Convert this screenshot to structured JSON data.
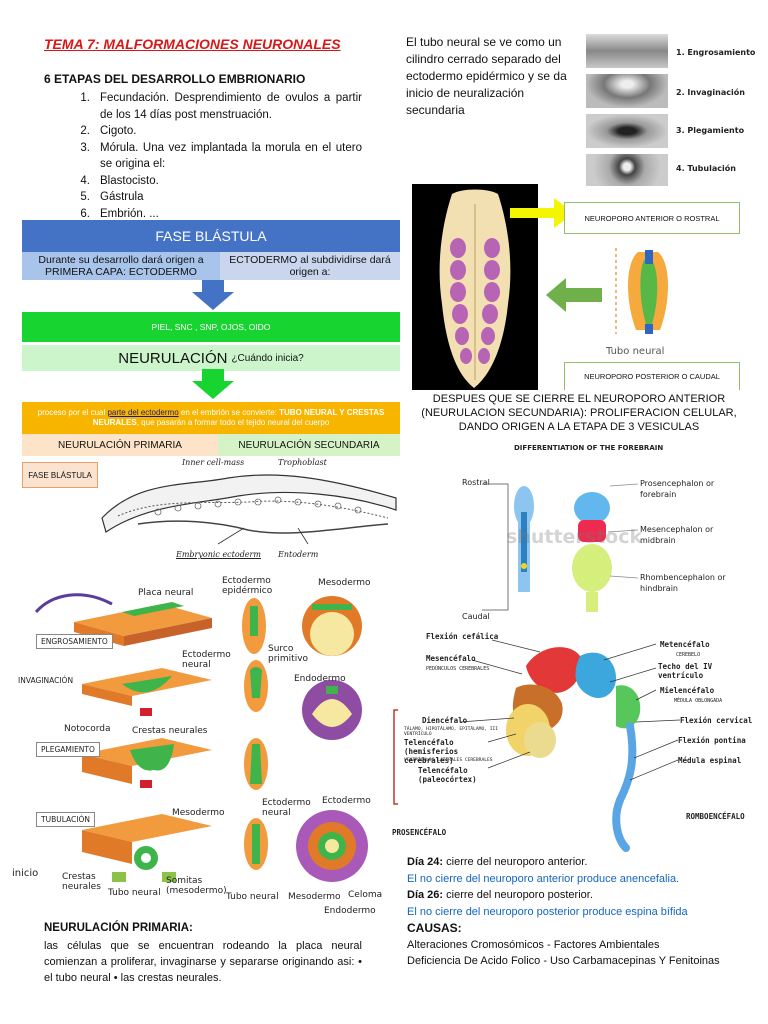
{
  "title": "TEMA 7: MALFORMACIONES NEURONALES",
  "stages": {
    "heading": "6 ETAPAS DEL DESARROLLO EMBRIONARIO",
    "items": [
      {
        "num": "1.",
        "text": "Fecundación. Desprendimiento de ovulos a partir de los 14 días post menstruación."
      },
      {
        "num": "2.",
        "text": "Cigoto."
      },
      {
        "num": "3.",
        "text": "Mórula. Una vez implantada la morula en el utero se origina el:"
      },
      {
        "num": "4.",
        "text": "Blastocisto."
      },
      {
        "num": "5.",
        "text": "Gástrula"
      },
      {
        "num": "6.",
        "text": "Embrión. ..."
      }
    ]
  },
  "intro": "El tubo neural se ve como un cilindro cerrado separado del ectodermo epidérmico y se da inicio de neuralización secundaria",
  "steps_labels": [
    "1. Engrosamiento",
    "2. Invaginación",
    "3. Plegamiento",
    "4. Tubulación"
  ],
  "flow": {
    "blastula_title": "FASE BLÁSTULA",
    "blastula_left": "Durante su desarrollo dará origen a PRIMERA CAPA: ECTODERMO",
    "blastula_right": "ECTODERMO al subdividirse dará origen a:",
    "green_bar": "PIEL, SNC , SNP, OJOS, OIDO",
    "neurulacion_title": "NEURULACIÓN",
    "neurulacion_sub": "¿Cuándo inicia?",
    "process_pre": "proceso por el cual ",
    "process_link": "parte del ectodermo",
    "process_mid": " en el embrión se convierte: ",
    "process_bold": "TUBO NEURAL Y CRESTAS NEURALES",
    "process_post": ", que pasarán a formar todo el tejido neural del cuerpo",
    "primaria": "NEURULACIÓN PRIMARIA",
    "secundaria": "NEURULACIÓN SECUNDARIA"
  },
  "blastula_fig": {
    "tag": "FASE BLÁSTULA",
    "inner_cell_mass": "Inner cell-mass",
    "trophoblast": "Trophoblast",
    "embryonic_ectoderm": "Embryonic ectoderm",
    "entoderm": "Entoderm"
  },
  "tube_fig": {
    "anterior": "NEUROPORO ANTERIOR O ROSTRAL",
    "posterior": "NEUROPORO POSTERIOR O CAUDAL",
    "tubo_neural": "Tubo neural"
  },
  "vesicles_heading": "DESPUES QUE SE CIERRE EL NEUROPORO ANTERIOR (NEURULACION SECUNDARIA): PROLIFERACION CELULAR, DANDO ORIGEN A LA ETAPA DE 3 VESICULAS",
  "forebrain_fig": {
    "title": "DIFFERENTIATION OF THE FOREBRAIN",
    "rostral": "Rostral",
    "caudal": "Caudal",
    "prosencephalon": "Prosencephalon or forebrain",
    "mesencephalon": "Mesencephalon or midbrain",
    "rhombencephalon": "Rhombencephalon or hindbrain",
    "watermark": "shutterstock"
  },
  "neurulation_fig": {
    "placa_neural": "Placa neural",
    "ectodermo_epidermico": "Ectodermo epidérmico",
    "mesodermo_top": "Mesodermo",
    "engrosamiento": "ENGROSAMIENTO",
    "ectodermo_neural": "Ectodermo neural",
    "surco_primitivo": "Surco primitivo",
    "endodermo_top": "Endodermo",
    "invaginacion": "INVAGINACIÓN",
    "notocorda": "Notocorda",
    "crestas_neurales_mid": "Crestas neurales",
    "plegamiento": "PLEGAMIENTO",
    "mesodermo_mid": "Mesodermo",
    "ectodermo_neural_2": "Ectodermo neural",
    "ectodermo": "Ectodermo",
    "tubulacion": "TUBULACIÓN",
    "inicio": "inicio",
    "crestas_neurales_bot": "Crestas neurales",
    "tubo_neural": "Tubo neural",
    "somitas": "Somitas (mesodermo)",
    "tubo_neural_2": "Tubo neural",
    "mesodermo_bot": "Mesodermo",
    "celoma": "Celoma",
    "endodermo_bot": "Endodermo"
  },
  "brain_fig": {
    "flexion_cefalica": "Flexión cefálica",
    "mesencefalo": "Mesencéfalo",
    "pedunculos": "PEDÚNCULOS CEREBRALES",
    "diencefalo": "Diencéfalo",
    "diencefalo_sub": "TÁLAMO, HIPOTÁLAMO, EPITÁLAMO, III VENTRÍCULO",
    "telencefalo1": "Telencéfalo (hemisferios cerebrales)",
    "telencefalo1_sub": "VENTRÍCULOS LATERALES CEREBRALES",
    "telencefalo2": "Telencéfalo (paleocórtex)",
    "metencefalo": "Metencéfalo",
    "metencefalo_sub": "CEREBELO",
    "techo_iv": "Techo del IV ventrículo",
    "mielencefalo": "Mielencéfalo",
    "mielencefalo_sub": "MÉDULA OBLONGADA",
    "flexion_cervical": "Flexión cervical",
    "flexion_pontina": "Flexión pontina",
    "medula_espinal": "Médula espinal",
    "romboencefalo": "ROMBOENCÉFALO",
    "prosencefalo": "PROSENCÉFALO"
  },
  "days": {
    "d24_label": "Día 24:",
    "d24_text": " cierre del neuroporo anterior.",
    "d24_note": "El no cierre del neuroporo anterior produce anencefalia.",
    "d26_label": "Día 26:",
    "d26_text": " cierre del neuroporo posterior.",
    "d26_note": "El no cierre del neuroporo posterior produce espina bífida",
    "causas_label": "CAUSAS:",
    "causas_1": "Alteraciones Cromosómicos - Factores Ambientales",
    "causas_2": "Deficiencia De Acido Folico - Uso Carbamacepinas Y Fenitoinas"
  },
  "primary": {
    "heading": "NEURULACIÓN PRIMARIA:",
    "text": "las células que se encuentran rodeando la placa neural comienzan a proliferar, invaginarse y separarse originando asi: • el tubo neural • las crestas neurales."
  },
  "colors": {
    "title_red": "#d81818",
    "blastula_blue": "#4472c4",
    "green_bar": "#18d430",
    "light_green": "#ccf5cc",
    "orange_bar": "#f7b500",
    "link_blue": "#1565c0"
  }
}
